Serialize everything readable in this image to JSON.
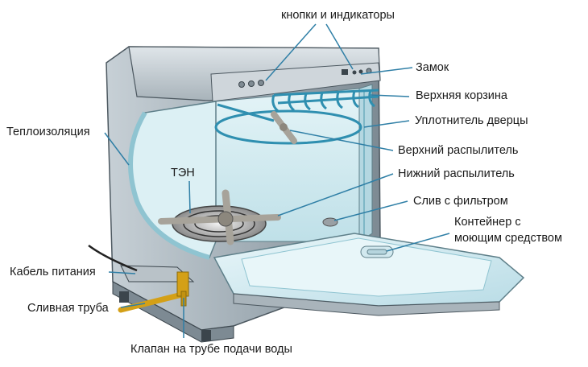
{
  "diagram": {
    "colors": {
      "body_metal": "#a9b4bb",
      "body_dark": "#6d7a83",
      "cavity": "#cfe9ef",
      "cavity_light": "#e6f5f8",
      "insulation": "#d8eff3",
      "rack": "#2f8fb0",
      "spray_arm": "#a7a39a",
      "pipe": "#d4a017",
      "leader": "#2f7fa6"
    },
    "labels": {
      "buttons": "кнопки и индикаторы",
      "lock": "Замок",
      "upper_basket": "Верхняя корзина",
      "door_seal": "Уплотнитель дверцы",
      "insulation": "Теплоизоляция",
      "upper_sprayer": "Верхний распылитель",
      "heater": "ТЭН",
      "lower_sprayer": "Нижний распылитель",
      "drain_filter": "Слив с фильтром",
      "detergent_line1": "Контейнер с",
      "detergent_line2": "моющим средством",
      "power_cable": "Кабель питания",
      "drain_pipe": "Сливная труба",
      "water_valve": "Клапан на трубе подачи воды"
    }
  }
}
